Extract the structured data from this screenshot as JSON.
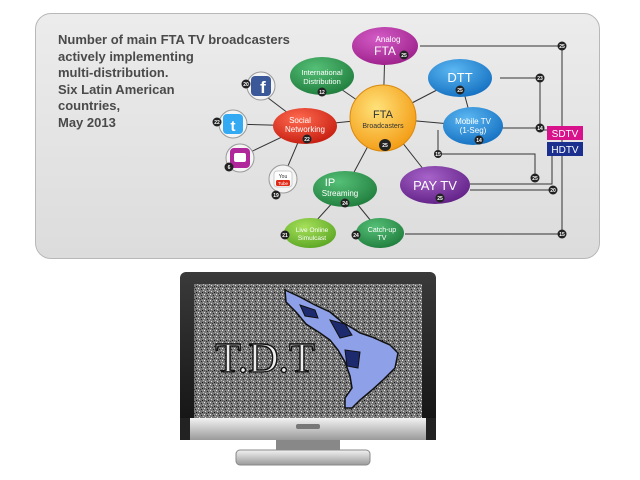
{
  "title_lines": [
    "Number of main FTA TV broadcasters",
    "actively implementing",
    "multi-distribution.",
    "Six Latin American",
    "countries,",
    "May 2013"
  ],
  "hub": {
    "lines": [
      "FTA",
      "Broadcasters"
    ],
    "count": "25"
  },
  "nodes": {
    "analog": {
      "lines": [
        "Analog",
        "FTA"
      ],
      "count": "25"
    },
    "international": {
      "lines": [
        "International",
        "Distribution"
      ],
      "count": "12"
    },
    "dtt": {
      "lines": [
        "DTT"
      ],
      "count": "25"
    },
    "mobile": {
      "lines": [
        "Mobile TV",
        "(1-Seg)"
      ],
      "count": "14"
    },
    "social": {
      "lines": [
        "Social",
        "Networking"
      ],
      "count": "22"
    },
    "pay": {
      "lines": [
        "PAY TV"
      ],
      "count": "25"
    },
    "ip": {
      "lines": [
        "IP",
        "Streaming"
      ],
      "count": "24"
    },
    "live": {
      "lines": [
        "Live Online",
        "Simulcast"
      ],
      "count": "21"
    },
    "catchup": {
      "lines": [
        "Catch-up",
        "TV"
      ],
      "count": "24"
    }
  },
  "social_counts": {
    "facebook": "20",
    "twitter": "22",
    "ustream": "6",
    "youtube": "19"
  },
  "output_box": {
    "sdtv": "SDTV",
    "hdtv": "HDTV"
  },
  "output_counts": [
    "25",
    "23",
    "14",
    "25",
    "20",
    "15"
  ],
  "bottom_small_count": "15",
  "tv_text": "T.D.T",
  "colors": {
    "analog": "#b0279c",
    "international": "#2f9a52",
    "dtt": "#1e88d8",
    "mobile": "#1e88d8",
    "social": "#e22a18",
    "hub": "#f7a51b",
    "pay": "#7b2f99",
    "ip": "#2f9a52",
    "live": "#76c234",
    "catchup": "#2f9a52",
    "sdtv": "#d8128a",
    "hdtv": "#1b2f8e"
  }
}
